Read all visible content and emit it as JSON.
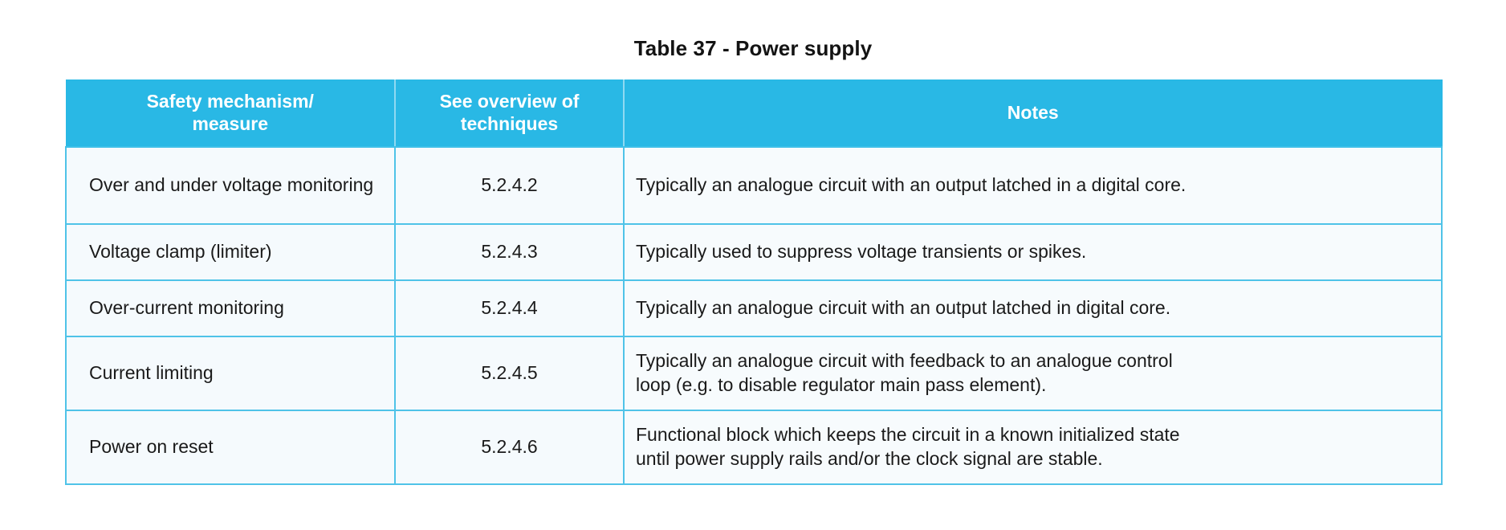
{
  "title": "Table 37 - Power supply",
  "colors": {
    "header_bg": "#29b8e5",
    "header_text": "#ffffff",
    "border": "#4fc3e8",
    "cell_bg": "#f5fafd",
    "body_text": "#1a1a1a"
  },
  "table": {
    "headers": {
      "mechanism_line1": "Safety mechanism/",
      "mechanism_line2": "measure",
      "techniques_line1": "See overview of",
      "techniques_line2": "techniques",
      "notes": "Notes"
    },
    "rows": [
      {
        "mechanism": "Over and under voltage monitoring",
        "technique": "5.2.4.2",
        "notes_line1": "Typically an analogue circuit with an output latched in a digital core.",
        "notes_line2": ""
      },
      {
        "mechanism": "Voltage clamp (limiter)",
        "technique": "5.2.4.3",
        "notes_line1": "Typically used to suppress voltage transients or spikes.",
        "notes_line2": ""
      },
      {
        "mechanism": "Over-current monitoring",
        "technique": "5.2.4.4",
        "notes_line1": "Typically an analogue circuit with an output latched in digital core.",
        "notes_line2": ""
      },
      {
        "mechanism": "Current limiting",
        "technique": "5.2.4.5",
        "notes_line1": "Typically an analogue circuit with feedback to an analogue control",
        "notes_line2": "loop (e.g. to disable regulator main pass element)."
      },
      {
        "mechanism": "Power on reset",
        "technique": "5.2.4.6",
        "notes_line1": "Functional block which keeps the circuit in a known initialized state",
        "notes_line2": "until power supply rails and/or the clock signal are stable."
      }
    ]
  }
}
